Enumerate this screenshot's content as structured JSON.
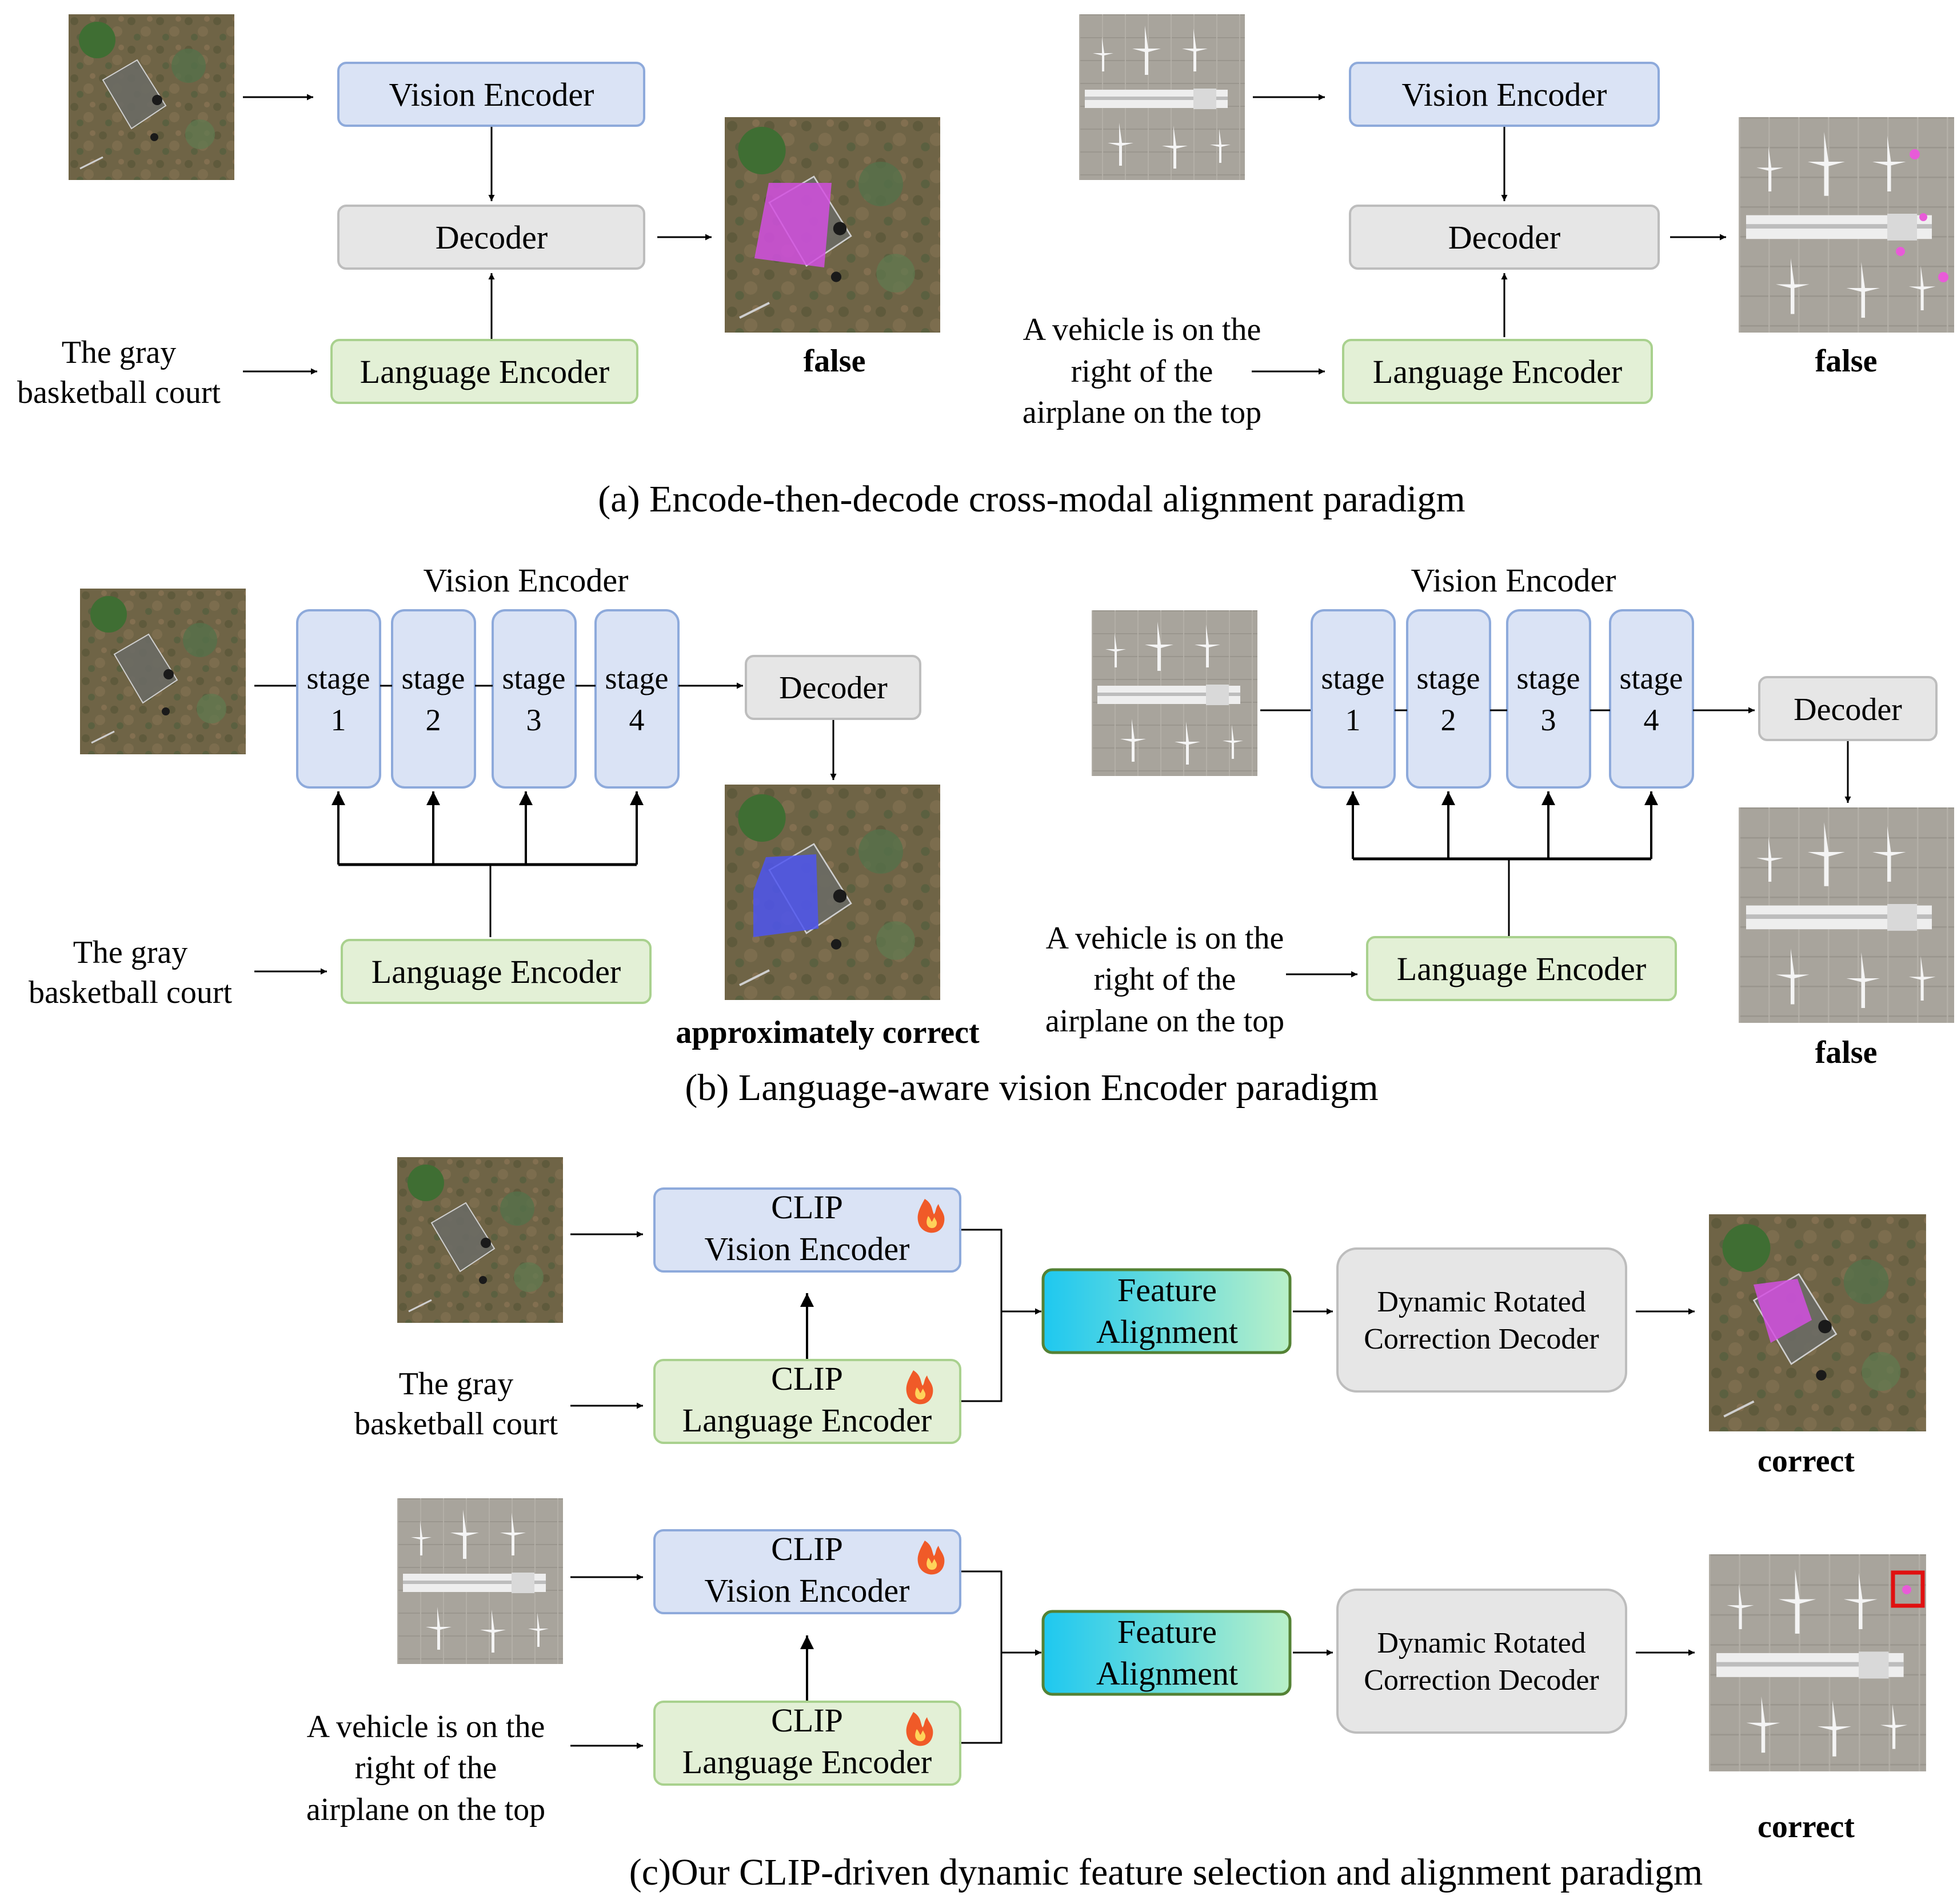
{
  "labels": {
    "vision_encoder": "Vision Encoder",
    "decoder": "Decoder",
    "language_encoder": "Language Encoder",
    "stage": "stage",
    "stage_numbers": [
      "1",
      "2",
      "3",
      "4"
    ],
    "clip": "CLIP",
    "feature": "Feature",
    "alignment": "Alignment",
    "dynamic_rotated": "Dynamic Rotated",
    "correction_decoder": "Correction Decoder"
  },
  "queries": {
    "court": [
      "The gray",
      "basketball court"
    ],
    "vehicle": [
      "A vehicle is on the",
      "right of the",
      "airplane on the top"
    ]
  },
  "results": {
    "false": "false",
    "approx": "approximately correct",
    "correct": "correct"
  },
  "captions": {
    "a": "(a) Encode-then-decode cross-modal alignment paradigm",
    "b": "(b) Language-aware vision Encoder paradigm",
    "c": "(c)Our CLIP-driven dynamic feature selection and alignment paradigm"
  },
  "colors": {
    "vision_fill": "#dae3f5",
    "vision_stroke": "#8eaadb",
    "decoder_fill": "#e6e6e6",
    "decoder_stroke": "#bdbdbd",
    "language_fill": "#e3f0d6",
    "language_stroke": "#a9d18e",
    "feature_left": "#1ec8f0",
    "feature_right": "#b9f0c8",
    "feature_stroke": "#548235",
    "mask_magenta": "#d24fe0",
    "mask_blue": "#4d55f0",
    "highlight_red": "#e01010"
  }
}
